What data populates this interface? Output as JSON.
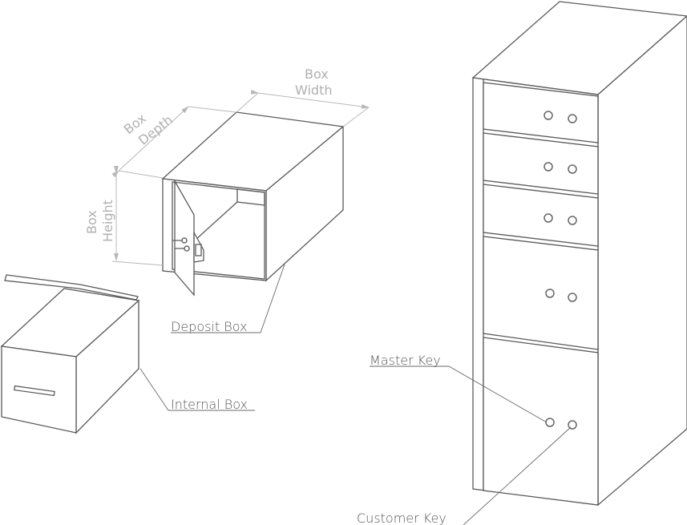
{
  "labels": {
    "box_width": [
      "Box",
      "Width"
    ],
    "box_depth": [
      "Box",
      "Depth"
    ],
    "box_height": [
      "Box",
      "Height"
    ],
    "deposit_box": "Deposit Box",
    "internal_box": "Internal Box",
    "master_key": "Master Key",
    "customer_key": "Customer  Key"
  },
  "colors": {
    "line": "#5a5a5a",
    "dimension": "#b8b8b8",
    "text": "#555555"
  }
}
